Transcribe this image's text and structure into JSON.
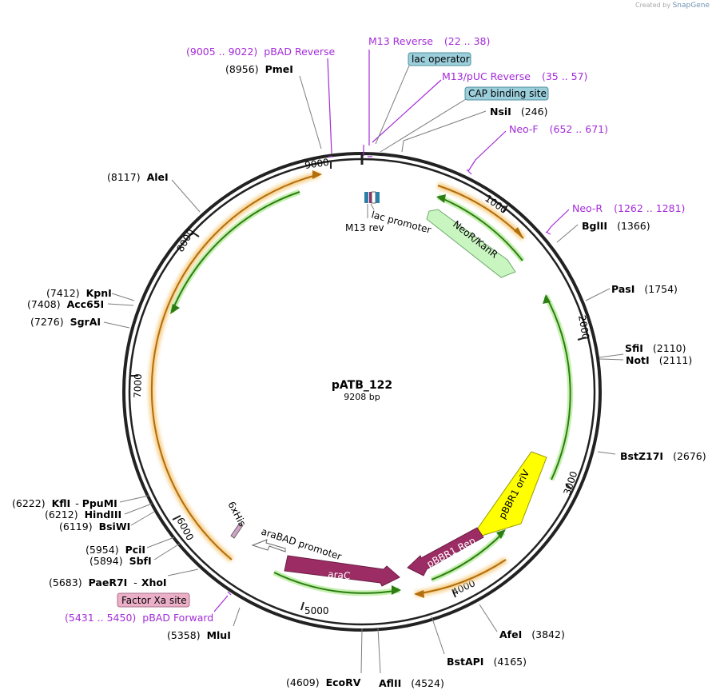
{
  "branding": {
    "created_by": "Created by",
    "product": "SnapGene"
  },
  "plasmid": {
    "name": "pATB_122",
    "size": "9208 bp"
  },
  "ticks": [
    "1000",
    "2000",
    "3000",
    "4000",
    "5000",
    "6000",
    "7000",
    "8000",
    "9000"
  ],
  "enzymes": [
    {
      "pos": "(8956)",
      "name": "PmeI"
    },
    {
      "pos": "(246)",
      "name": "NsiI"
    },
    {
      "pos": "(1366)",
      "name": "BglII"
    },
    {
      "pos": "(1754)",
      "name": "PasI"
    },
    {
      "pos": "(2110)",
      "name": "SfiI"
    },
    {
      "pos": "(2111)",
      "name": "NotI"
    },
    {
      "pos": "(2676)",
      "name": "BstZ17I"
    },
    {
      "pos": "(3842)",
      "name": "AfeI"
    },
    {
      "pos": "(4165)",
      "name": "BstAPI"
    },
    {
      "pos": "(4524)",
      "name": "AflII"
    },
    {
      "pos": "(4609)",
      "name": "EcoRV"
    },
    {
      "pos": "(5358)",
      "name": "MluI"
    },
    {
      "pos": "(5683)",
      "name": "PaeR7I",
      "name2": "XhoI"
    },
    {
      "pos": "(5894)",
      "name": "SbfI"
    },
    {
      "pos": "(5954)",
      "name": "PciI"
    },
    {
      "pos": "(6119)",
      "name": "BsiWI"
    },
    {
      "pos": "(6212)",
      "name": "HindIII"
    },
    {
      "pos": "(6222)",
      "name": "KflI",
      "name2": "PpuMI"
    },
    {
      "pos": "(7276)",
      "name": "SgrAI"
    },
    {
      "pos": "(7408)",
      "name": "Acc65I"
    },
    {
      "pos": "(7412)",
      "name": "KpnI"
    },
    {
      "pos": "(8117)",
      "name": "AleI"
    }
  ],
  "primers": [
    {
      "name": "M13 Reverse",
      "range": "(22 .. 38)"
    },
    {
      "name": "M13/pUC Reverse",
      "range": "(35 .. 57)"
    },
    {
      "name": "pBAD Reverse",
      "range": "(9005 .. 9022)"
    },
    {
      "name": "Neo-F",
      "range": "(652 .. 671)"
    },
    {
      "name": "Neo-R",
      "range": "(1262 .. 1281)"
    },
    {
      "name": "pBAD Forward",
      "range": "(5431 .. 5450)"
    }
  ],
  "boxed_features": [
    {
      "name": "lac operator"
    },
    {
      "name": "CAP binding site"
    },
    {
      "name": "Factor Xa site"
    }
  ],
  "features": {
    "neo": "NeoR/KanR",
    "ori": "pBBR1 oriV",
    "rep": "pBBR1 Rep",
    "arac": "araC",
    "arabad": "araBAD promoter",
    "his": "6xHis",
    "lac_promoter": "lac promoter",
    "m13rev": "M13 rev"
  },
  "colors": {
    "backbone": "#222222",
    "primer": "#a42bd9",
    "orange_arrow": "#f5a623",
    "green_arrow": "#3e9e1f",
    "neo_fill": "#c9f5c0",
    "ori_fill": "#ffff00",
    "rep_fill": "#9c2d64",
    "box_blue": "#9ccfdc",
    "box_pink": "#ebb0c8"
  }
}
